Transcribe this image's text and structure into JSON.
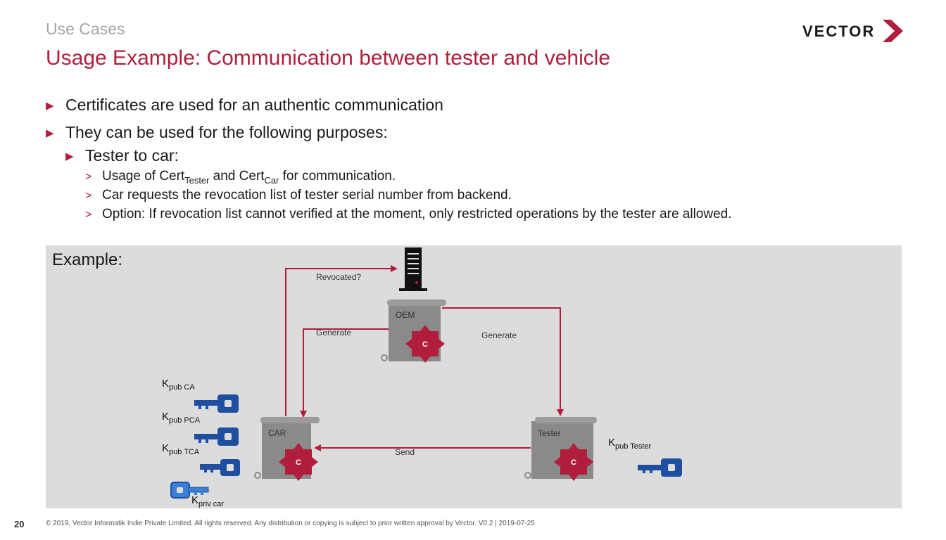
{
  "header": {
    "section": "Use Cases",
    "title": "Usage Example: Communication between tester and vehicle",
    "logo_text": "VECTOR"
  },
  "bullets": {
    "b1": "Certificates are used for an authentic communication",
    "b2": "They can be used for the following purposes:",
    "b2_1": "Tester to car:",
    "s1_pre": "Usage of Cert",
    "s1_sub1": "Tester",
    "s1_mid": " and Cert",
    "s1_sub2": "Car",
    "s1_post": " for communication.",
    "s2": "Car requests the revocation list of tester serial number from backend.",
    "s3": "Option: If revocation list cannot verified at the moment, only restricted operations by the tester are allowed."
  },
  "example": {
    "label": "Example:",
    "arrows": {
      "revocated": "Revocated?",
      "generate_left": "Generate",
      "generate_right": "Generate",
      "send": "Send"
    },
    "certs": {
      "oem": "OEM",
      "car": "CAR",
      "tester": "Tester",
      "seal": "C"
    },
    "keys": {
      "k_letter": "K",
      "pub_ca": "pub CA",
      "pub_pca": "pub PCA",
      "pub_tca": "pub TCA",
      "priv_car": "priv car",
      "pub_tester": "pub Tester"
    },
    "colors": {
      "arrow": "#b01e3c",
      "key_blue": "#1e4fa0",
      "key_light_blue": "#3b7fd6",
      "cert_gray": "#8a8a8a",
      "seal": "#b01e3c"
    }
  },
  "footer": {
    "page": "20",
    "copyright": "© 2019. Vector Informatik Indie Private Limited. All rights reserved. Any distribution or copying is subject to prior written approval by Vector. V0.2 | 2019-07-25"
  }
}
